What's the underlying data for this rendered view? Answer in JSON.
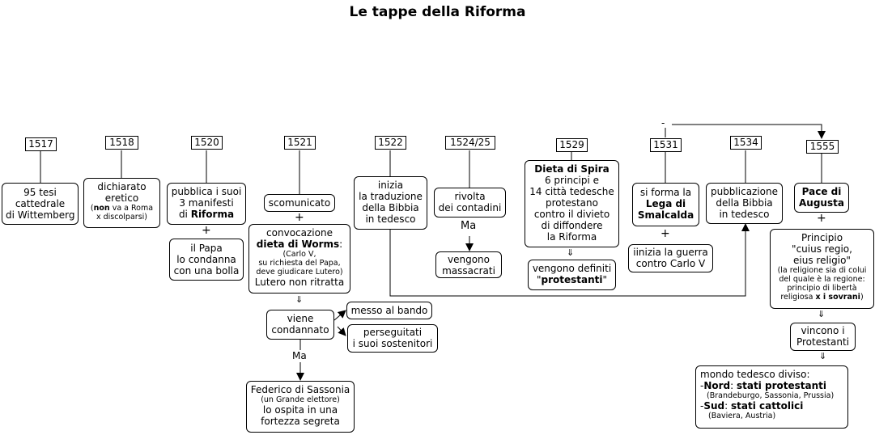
{
  "title": "Le tappe della Riforma",
  "years": [
    "1517",
    "1518",
    "1520",
    "1521",
    "1522",
    "1524/25",
    "1529",
    "1531",
    "1534",
    "1555"
  ],
  "dash": "-",
  "plus": "+",
  "double_arrow": "⇓",
  "ma": "Ma",
  "b1517": {
    "l1": "95 tesi",
    "l2": "cattedrale",
    "l3": "di Wittemberg"
  },
  "b1518": {
    "l1": "dichiarato",
    "l2": "eretico",
    "s_bold": "non",
    "s_rest": " va a Roma",
    "s2": "x discolparsi)",
    "s_open": "("
  },
  "b1520": {
    "l1": "pubblica i suoi",
    "l2": "3 manifesti",
    "l3_pre": "di ",
    "l3_bold": "Riforma"
  },
  "papa": {
    "l1": "il Papa",
    "l2": "lo condanna",
    "l3": "con una bolla"
  },
  "scom": {
    "l1": "scomunicato"
  },
  "worms": {
    "l1": "convocazione",
    "l2_bold": "dieta di Worms",
    "l2_rest": ":",
    "s1": "(Carlo V,",
    "s2": "su richiesta del Papa,",
    "s3": "deve giudicare Lutero)",
    "l3": "Lutero non ritratta"
  },
  "condannato": {
    "l1": "viene",
    "l2": "condannato"
  },
  "bando": {
    "l1": "messo al bando"
  },
  "perseg": {
    "l1": "perseguitati",
    "l2": "i suoi sostenitori"
  },
  "federico": {
    "l1": "Federico di Sassonia",
    "s1": "(un Grande elettore)",
    "l2": "lo ospita in una",
    "l3": "fortezza segreta"
  },
  "b1522": {
    "l1": "inizia",
    "l2": "la traduzione",
    "l3": "della Bibbia",
    "l4": "in tedesco"
  },
  "b1524": {
    "l1": "rivolta",
    "l2": "dei contadini"
  },
  "massacrati": {
    "l1": "vengono",
    "l2": "massacrati"
  },
  "spira": {
    "l1_bold": "Dieta di Spira",
    "l2": "6 principi e",
    "l3": "14 città tedesche",
    "l4": "protestano",
    "l5": "contro il divieto",
    "l6": "di diffondere",
    "l7": "la Riforma"
  },
  "protestanti": {
    "l1": "vengono definiti",
    "l2_q1": "\"",
    "l2_bold": "protestanti",
    "l2_q2": "\""
  },
  "b1531": {
    "l1": "si forma la",
    "l2_bold": "Lega di",
    "l3_bold": "Smalcalda"
  },
  "guerra": {
    "l1": "iinizia la guerra",
    "l2": "contro Carlo V"
  },
  "b1534": {
    "l1": "pubblicazione",
    "l2": "della Bibbia",
    "l3": "in tedesco"
  },
  "augusta": {
    "l1_bold": "Pace di",
    "l2_bold": "Augusta"
  },
  "principio": {
    "l1": "Principio",
    "l2": "\"cuius regio,",
    "l3": "eius religio\"",
    "s1": "(la religione sia di colui",
    "s2": "del quale è la regione:",
    "s3": "principio di libertà",
    "s4_pre": "religiosa ",
    "s4_bold": "x i sovrani",
    "s4_post": ")"
  },
  "vincono": {
    "l1": "vincono i",
    "l2": "Protestanti"
  },
  "mondo": {
    "l1": "mondo tedesco diviso:",
    "l2_pre": "-",
    "l2_bold": "Nord",
    "l2_mid": ": ",
    "l2_bold2": "stati protestanti",
    "s1": "(Brandeburgo,  Sassonia, Prussia)",
    "l3_pre": "-",
    "l3_bold": "Sud",
    "l3_mid": ": ",
    "l3_bold2": "stati cattolici",
    "s2": "(Baviera, Austria)"
  }
}
